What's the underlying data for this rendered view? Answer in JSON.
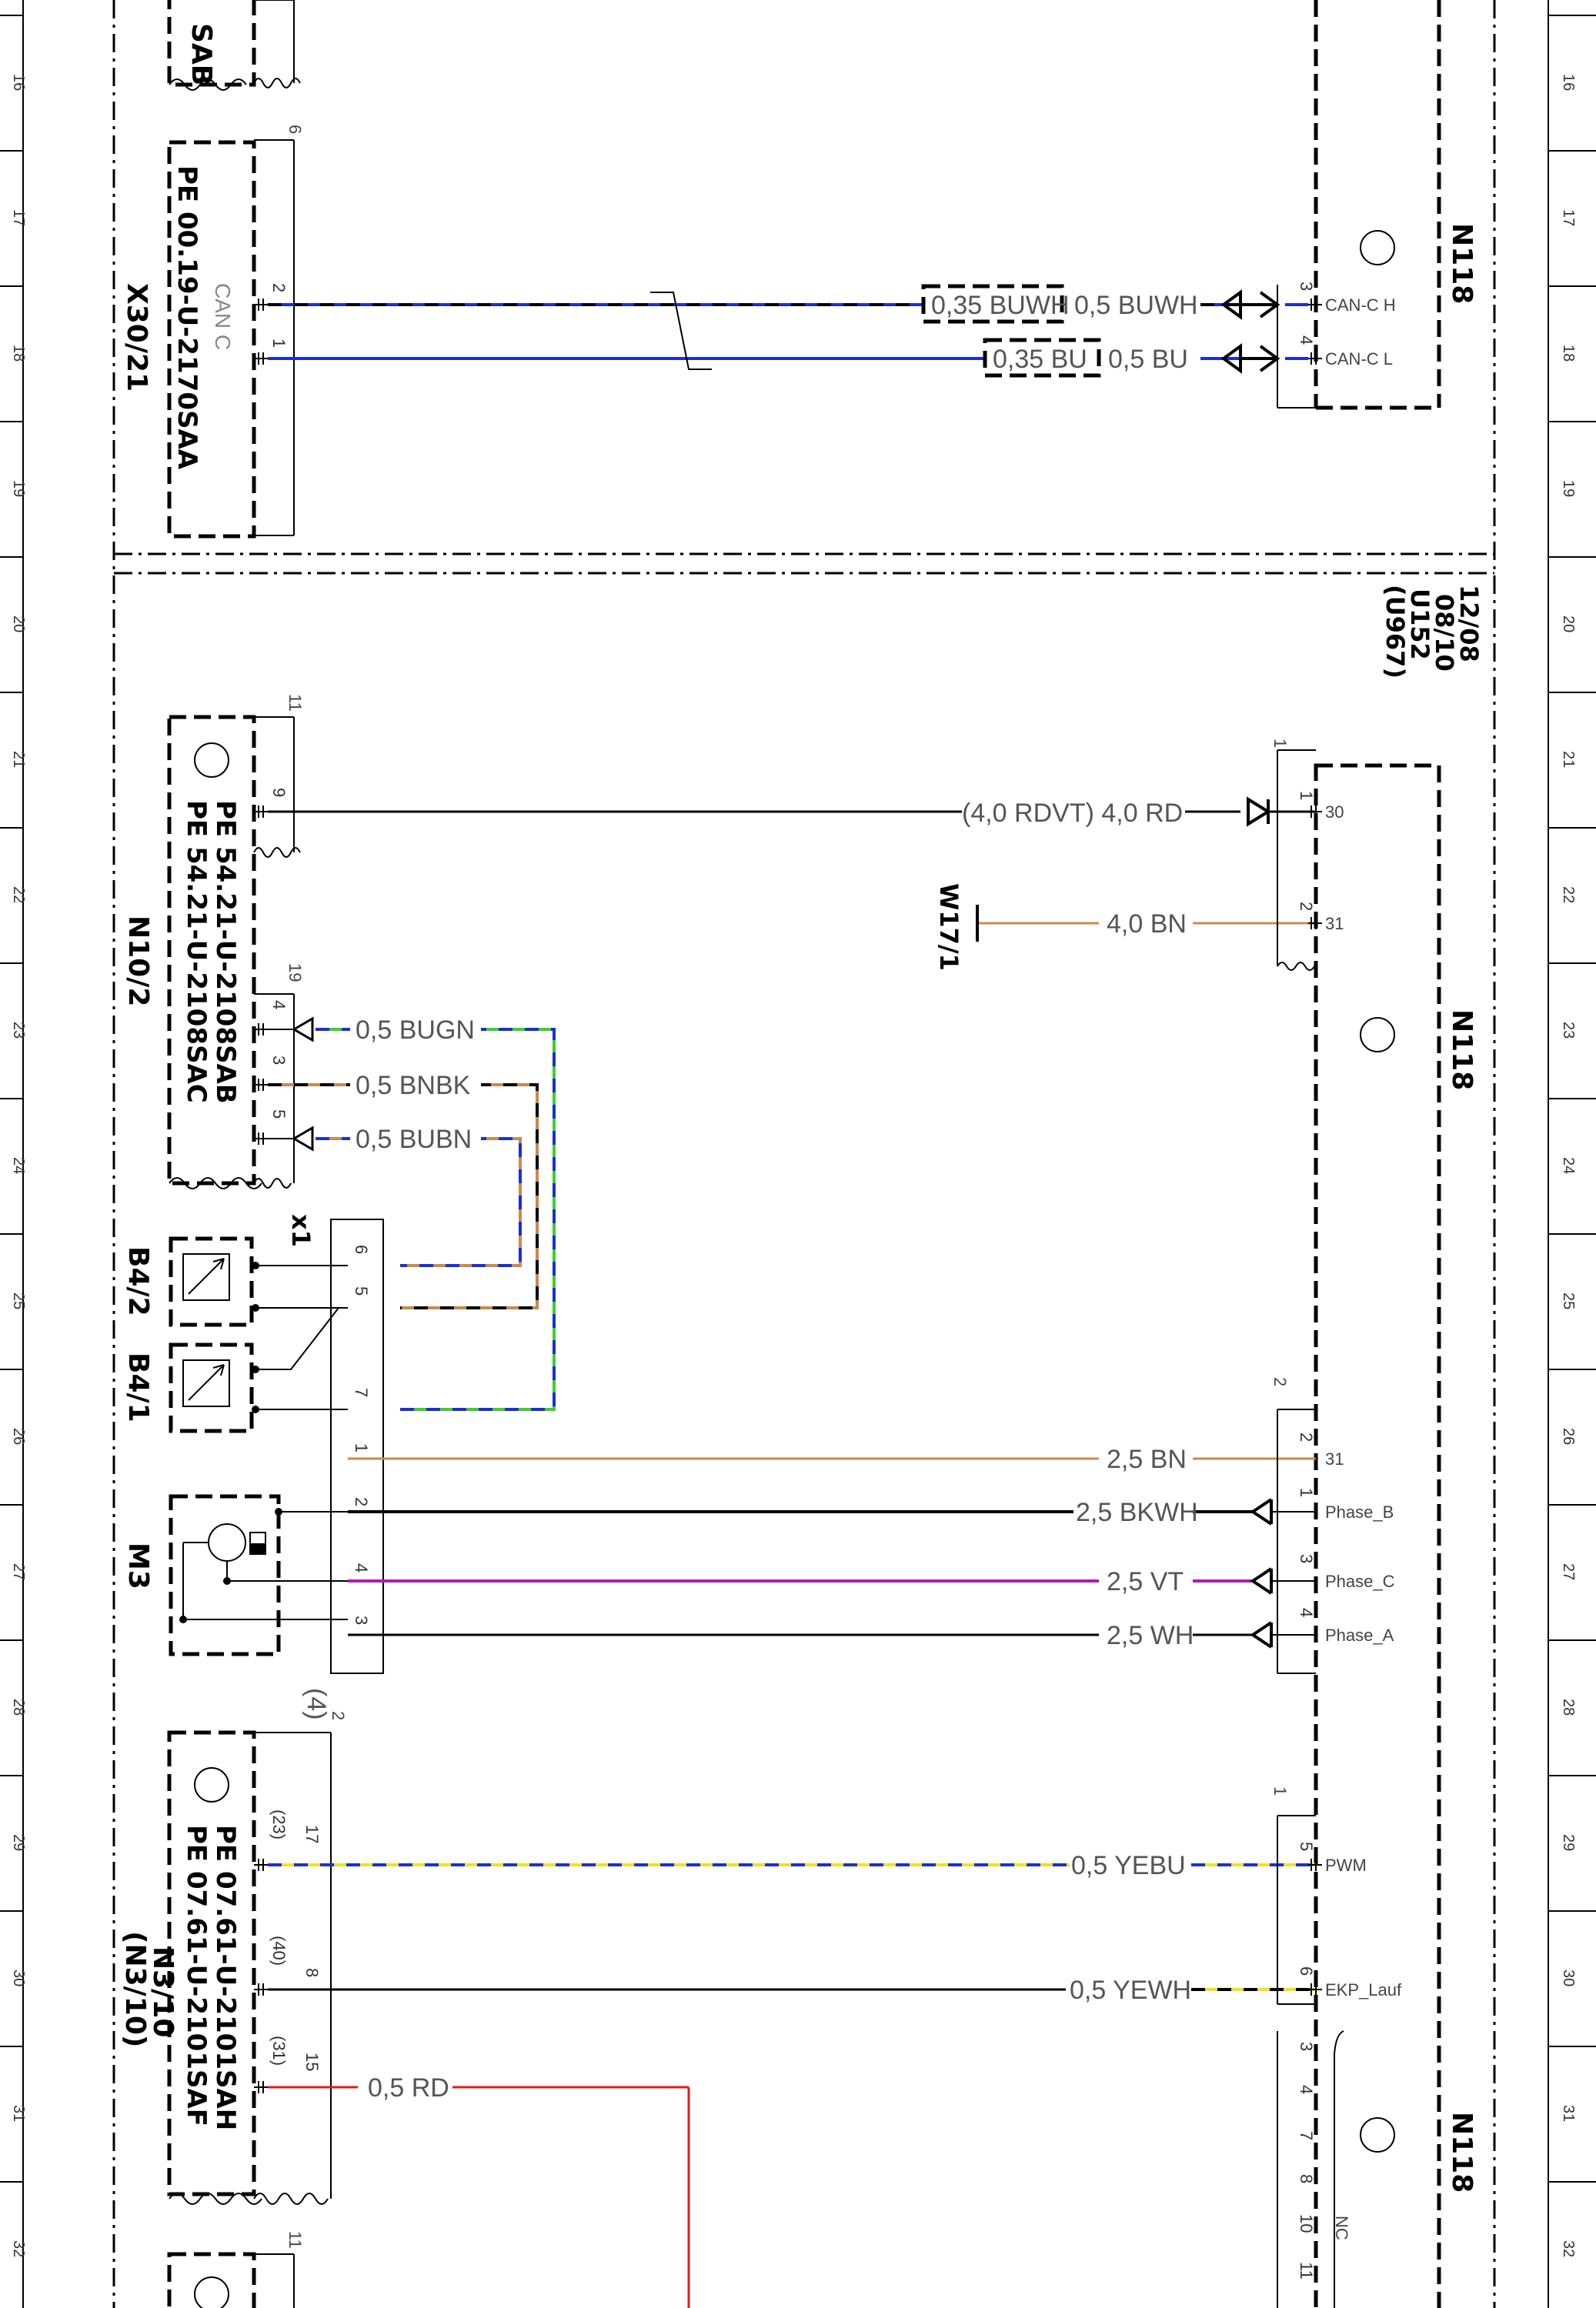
{
  "ruler": {
    "rows": [
      "16",
      "17",
      "18",
      "19",
      "20",
      "21",
      "22",
      "23",
      "24",
      "25",
      "26",
      "27",
      "28",
      "29",
      "30",
      "31",
      "32"
    ]
  },
  "x30": {
    "id": "X30/21",
    "pe": "PE 00.19-U-2170SAA",
    "bus": "CAN C",
    "top_label": "SAB",
    "ref": "6",
    "pins": [
      "2",
      "1"
    ]
  },
  "n118_can": {
    "id": "N118",
    "pins": [
      {
        "num": "3",
        "name": "CAN-C H"
      },
      {
        "num": "4",
        "name": "CAN-C L"
      }
    ]
  },
  "can_wires": [
    {
      "alt": "0,35 BUWH",
      "label": "0,5 BUWH"
    },
    {
      "alt": "0,35 BU",
      "label": "0,5 BU"
    }
  ],
  "section_note": {
    "date_from": "12/08",
    "date_to": "08/10",
    "code": "U152",
    "alt_code": "(U967)"
  },
  "n10": {
    "id": "N10/2",
    "pe1": "PE 54.21-U-2108SAB",
    "pe2": "PE 54.21-U-2108SAC",
    "ref_top": "11",
    "ref_mid": "19",
    "pins": [
      "9",
      "4",
      "3",
      "5"
    ]
  },
  "n118_power": {
    "id": "N118",
    "ref": "1",
    "pins": [
      {
        "num": "1",
        "name": "30"
      },
      {
        "num": "2",
        "name": "31"
      }
    ]
  },
  "power_wires": [
    {
      "label": "(4,0 RDVT) 4,0 RD"
    },
    {
      "label": "4,0 BN",
      "ground": "W17/1"
    }
  ],
  "sensor_wires": [
    "0,5 BUGN",
    "0,5 BNBK",
    "0,5 BUBN"
  ],
  "x1": {
    "id": "x1",
    "pins": [
      "6",
      "5",
      "7",
      "1",
      "2",
      "4",
      "3"
    ]
  },
  "sensors": [
    "B4/2",
    "B4/1"
  ],
  "motor": {
    "id": "M3"
  },
  "n118_pump": {
    "ref": "2",
    "pins": [
      {
        "num": "2",
        "name": "31"
      },
      {
        "num": "1",
        "name": "Phase_B"
      },
      {
        "num": "3",
        "name": "Phase_C"
      },
      {
        "num": "4",
        "name": "Phase_A"
      }
    ]
  },
  "pump_wires": [
    "2,5 BN",
    "2,5 BKWH",
    "2,5 VT",
    "2,5 WH"
  ],
  "n3": {
    "id": "N3/10",
    "alt_id": "(N3/10)",
    "pe1": "PE 07.61-U-2101SAH",
    "pe2": "PE 07.61-U-2101SAF",
    "ref_top": "2",
    "ref_alt": "(4)",
    "ref_bottom": "11",
    "pins": [
      {
        "num": "17",
        "alt": "(23)"
      },
      {
        "num": "8",
        "alt": "(40)"
      },
      {
        "num": "15",
        "alt": "(31)"
      }
    ]
  },
  "n118_ecu": {
    "id": "N118",
    "ref": "1",
    "pins": [
      {
        "num": "5",
        "name": "PWM"
      },
      {
        "num": "6",
        "name": "EKP_Lauf"
      }
    ],
    "nc_pins": [
      "3",
      "4",
      "7",
      "8",
      "10",
      "11"
    ],
    "nc_label": "NC"
  },
  "ecu_wires": [
    "0,5 YEBU",
    "0,5 YEWH",
    "0,5 RD"
  ],
  "colors": {
    "blue": "#1a2fd6",
    "green": "#3ad12c",
    "brown": "#c98a4c",
    "red": "#e01a1a",
    "violet": "#b01ab8",
    "yellow": "#f2e21c",
    "black": "#000000"
  }
}
